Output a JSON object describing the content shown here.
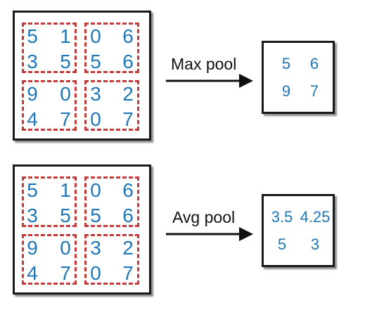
{
  "max_example": {
    "input": [
      [
        "5",
        "1",
        "0",
        "6"
      ],
      [
        "3",
        "5",
        "5",
        "6"
      ],
      [
        "9",
        "0",
        "3",
        "2"
      ],
      [
        "4",
        "7",
        "0",
        "7"
      ]
    ],
    "op_label": "Max pool",
    "output": [
      [
        "5",
        "6"
      ],
      [
        "9",
        "7"
      ]
    ]
  },
  "avg_example": {
    "input": [
      [
        "5",
        "1",
        "0",
        "6"
      ],
      [
        "3",
        "5",
        "5",
        "6"
      ],
      [
        "9",
        "0",
        "3",
        "2"
      ],
      [
        "4",
        "7",
        "0",
        "7"
      ]
    ],
    "op_label": "Avg pool",
    "output": [
      [
        "3.5",
        "4.25"
      ],
      [
        "5",
        "3"
      ]
    ]
  },
  "colors": {
    "values": "#1f77b8",
    "pool_window": "#c43a3a",
    "border": "#1a1a1a"
  }
}
